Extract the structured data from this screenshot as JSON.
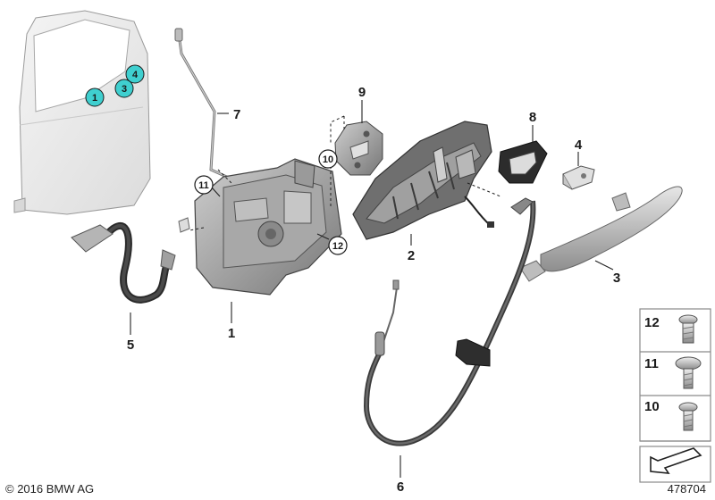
{
  "diagram": {
    "part_labels": [
      "1",
      "2",
      "3",
      "4",
      "5",
      "6",
      "7",
      "8",
      "9"
    ],
    "circled_labels": [
      "10",
      "11",
      "12"
    ],
    "door_badges": [
      "1",
      "3",
      "4"
    ],
    "legend_items": [
      "12",
      "11",
      "10"
    ]
  },
  "footer": {
    "copyright": "© 2016 BMW AG",
    "image_number": "478704"
  },
  "colors": {
    "badge_fill": "#3fcfcf",
    "part_grey": "#9a9a9a",
    "panel_border": "#8a8a8a"
  }
}
